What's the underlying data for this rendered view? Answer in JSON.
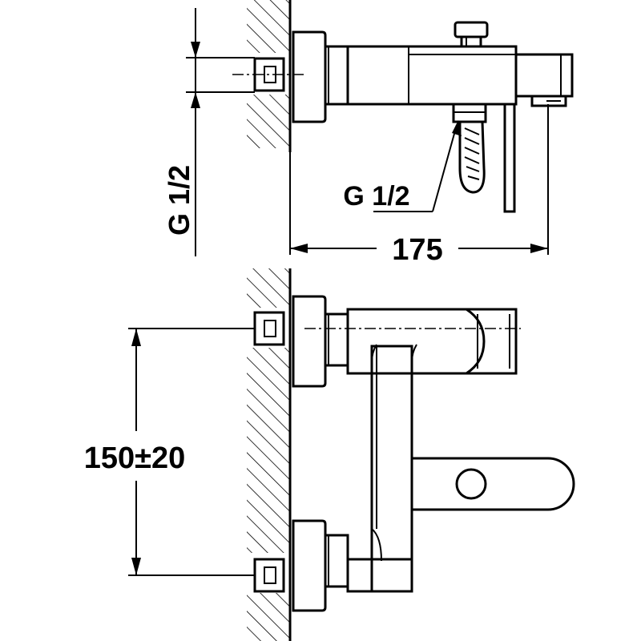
{
  "dimensions": {
    "inlet_thread_vertical": "G 1/2",
    "outlet_thread": "G 1/2",
    "projection": "175",
    "inlet_spacing": "150±20"
  }
}
